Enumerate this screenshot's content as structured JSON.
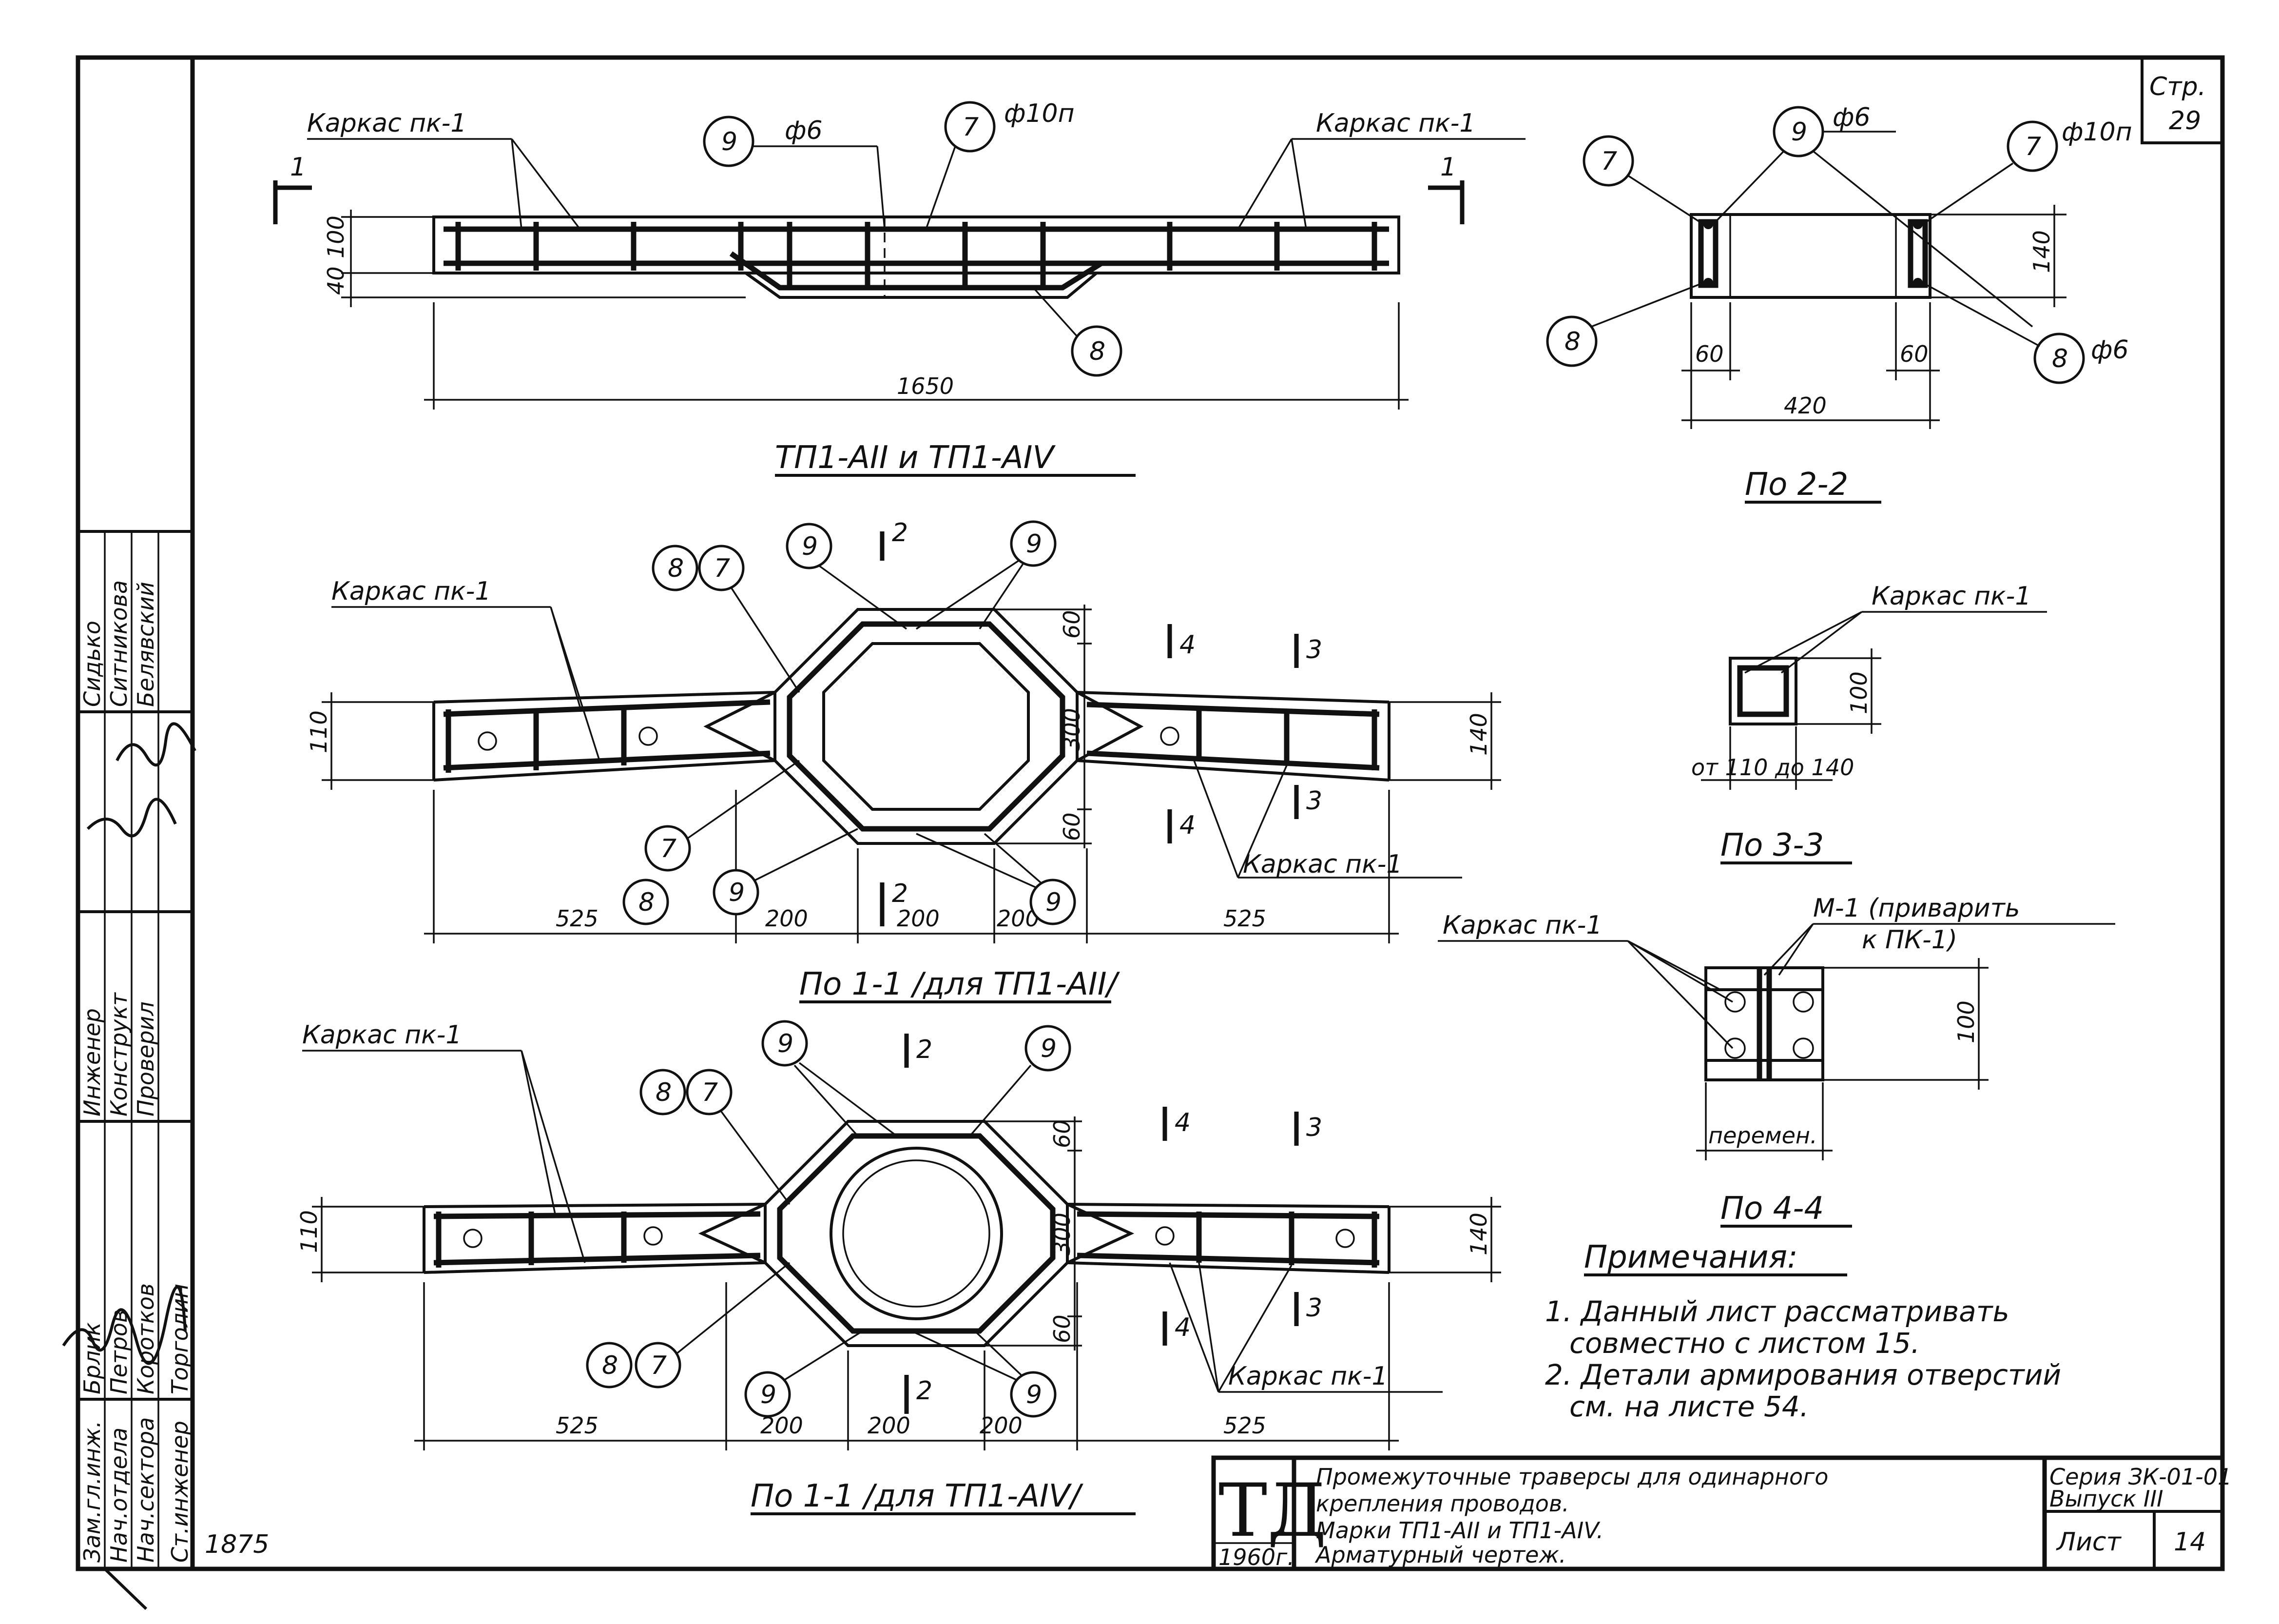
{
  "sheet": {
    "page_label": "Стр.",
    "page_number": "29",
    "serial_mark": "1875"
  },
  "view_top": {
    "title": "ТП1-АII и ТП1-АIV",
    "frame_left": "Каркас пк-1",
    "frame_right": "Каркас пк-1",
    "callout_9": "9",
    "callout_9_dia": "ф6",
    "callout_7": "7",
    "callout_7_dia": "ф10п",
    "callout_8": "8",
    "section_mark": "1",
    "dim_total": "1650",
    "dim_h1": "100",
    "dim_h2": "40"
  },
  "view_22": {
    "title": "По 2-2",
    "c7_left": "7",
    "c9": "9",
    "c9_dia": "ф6",
    "c7_right": "7",
    "c7_right_dia": "ф10п",
    "c8_left": "8",
    "c8_right": "8",
    "c8_right_dia": "ф6",
    "dim_height": "140",
    "dim_left": "60",
    "dim_right": "60",
    "dim_width": "420"
  },
  "view_11a": {
    "title": "По 1-1 /для ТП1-АII/",
    "frame_label": "Каркас пк-1",
    "frame_label_right": "Каркас пк-1",
    "c8": "8",
    "c7": "7",
    "c9a": "9",
    "c9b": "9",
    "c7b": "7",
    "c8b": "8",
    "c9c": "9",
    "c9d": "9",
    "sec2": "2",
    "sec2b": "2",
    "sec4": "4",
    "sec4b": "4",
    "sec3": "3",
    "sec3b": "3",
    "dim_left_h": "110",
    "dim_right_h": "140",
    "dim_60a": "60",
    "dim_300": "300",
    "dim_60b": "60",
    "dim_525a": "525",
    "dim_200a": "200",
    "dim_200b": "200",
    "dim_200c": "200",
    "dim_525b": "525"
  },
  "view_33": {
    "title": "По 3-3",
    "frame_label": "Каркас пк-1",
    "dim_h": "100",
    "dim_w": "от 110 до 140"
  },
  "view_44": {
    "title": "По 4-4",
    "frame_label": "Каркас пк-1",
    "plate_label_1": "М-1 (приварить",
    "plate_label_2": "к ПК-1)",
    "dim_h": "100",
    "dim_w": "перемен."
  },
  "view_11b": {
    "title": "По 1-1 /для ТП1-АIV/",
    "frame_label": "Каркас пк-1",
    "frame_label_right": "Каркас пк-1",
    "c8": "8",
    "c7": "7",
    "c9a": "9",
    "c9b": "9",
    "c8b": "8",
    "c7b": "7",
    "c9c": "9",
    "c9d": "9",
    "sec2": "2",
    "sec2b": "2",
    "sec4": "4",
    "sec4b": "4",
    "sec3": "3",
    "sec3b": "3",
    "dim_left_h": "110",
    "dim_right_h": "140",
    "dim_60a": "60",
    "dim_300": "300",
    "dim_60b": "60",
    "dim_525a": "525",
    "dim_200a": "200",
    "dim_200b": "200",
    "dim_200c": "200",
    "dim_525b": "525"
  },
  "notes": {
    "heading": "Примечания:",
    "n1a": "1. Данный лист рассматривать",
    "n1b": "совместно с листом 15.",
    "n2a": "2. Детали армирования отверстий",
    "n2b": "см. на листе 54."
  },
  "title_block": {
    "logo": "ТД",
    "year": "1960г.",
    "desc1": "Промежуточные траверсы для одинарного",
    "desc2": "крепления проводов.",
    "desc3": "Марки ТП1-АII и ТП1-АIV.",
    "desc4": "Арматурный чертеж.",
    "series": "Серия ЗК-01-01",
    "issue": "Выпуск III",
    "sheet_label": "Лист",
    "sheet_no": "14"
  },
  "side_stamp": {
    "roles": [
      "Зам.гл.инж.",
      "Нач.отдела",
      "Нач.сектора",
      "Ст.инженер",
      "Инженер",
      "Конструкт",
      "Проверил"
    ],
    "names": [
      "Брлик",
      "Петров",
      "Коротков",
      "Торголин",
      "Сидько",
      "Ситникова",
      "Белявский"
    ]
  }
}
